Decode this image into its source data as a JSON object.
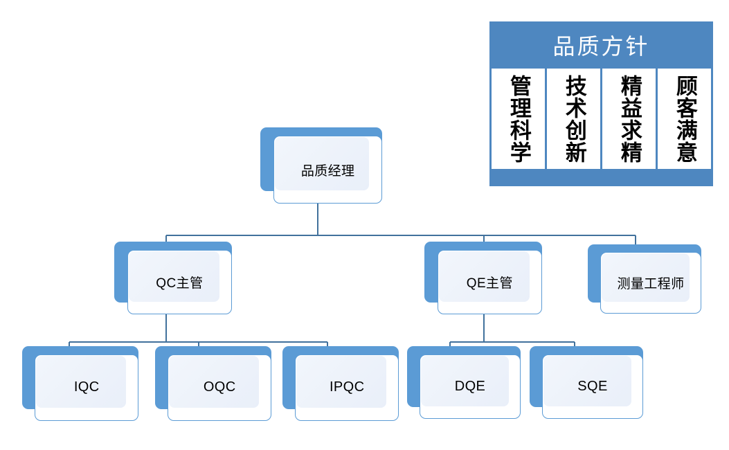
{
  "policy": {
    "title": "品质方针",
    "columns": [
      "管理科学",
      "技术创新",
      "精益求精",
      "顾客满意"
    ],
    "header_color": "#4E87C0",
    "cell_bg": "#FFFFFF"
  },
  "org": {
    "accent_color": "#5B9BD5",
    "connector_color": "#41719C",
    "root": {
      "label": "品质经理"
    },
    "level2": [
      {
        "label": "QC主管"
      },
      {
        "label": "QE主管"
      },
      {
        "label": "测量工程师"
      }
    ],
    "level3": [
      {
        "label": "IQC",
        "parent": "QC主管"
      },
      {
        "label": "OQC",
        "parent": "QC主管"
      },
      {
        "label": "IPQC",
        "parent": "QC主管"
      },
      {
        "label": "DQE",
        "parent": "QE主管"
      },
      {
        "label": "SQE",
        "parent": "QE主管"
      }
    ]
  }
}
